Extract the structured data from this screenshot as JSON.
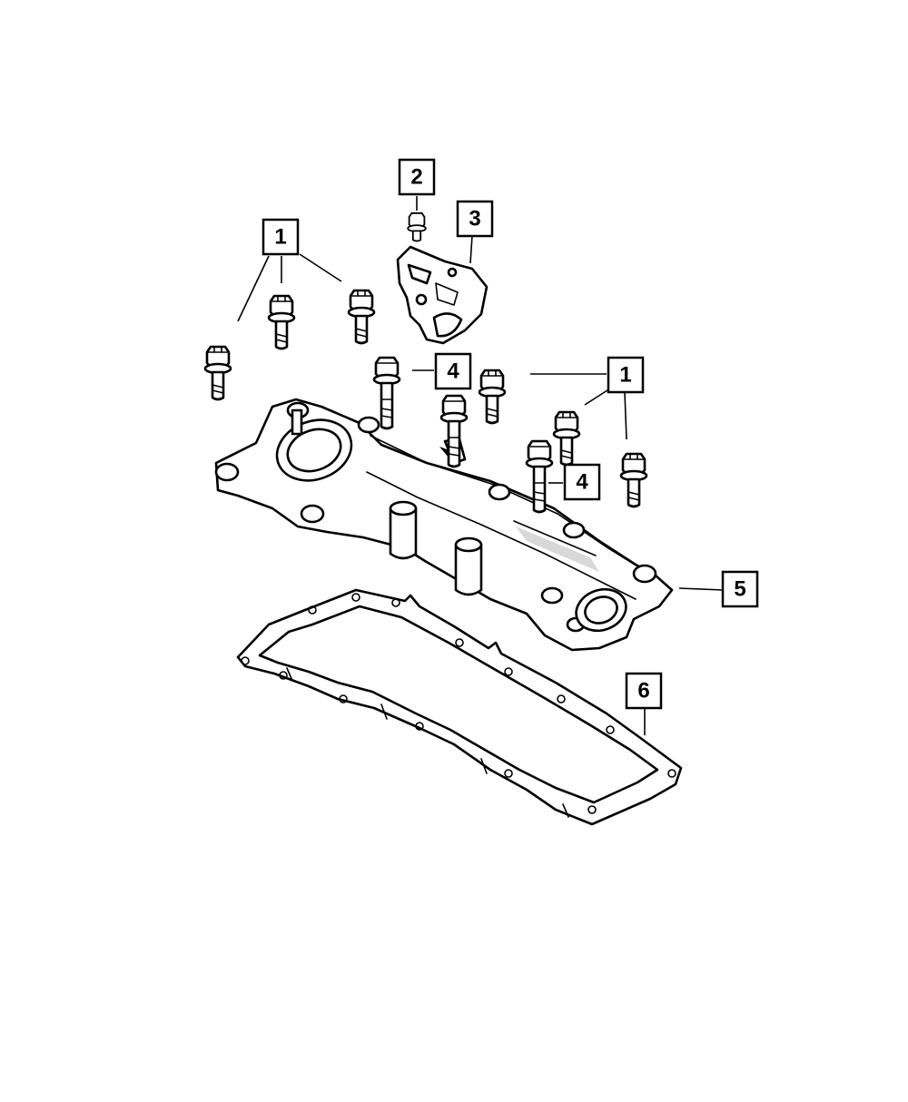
{
  "callouts": {
    "c1a": "1",
    "c2": "2",
    "c3": "3",
    "c4a": "4",
    "c1b": "1",
    "c4b": "4",
    "c5": "5",
    "c6": "6"
  },
  "colors": {
    "line": "#000000",
    "background": "#ffffff"
  }
}
